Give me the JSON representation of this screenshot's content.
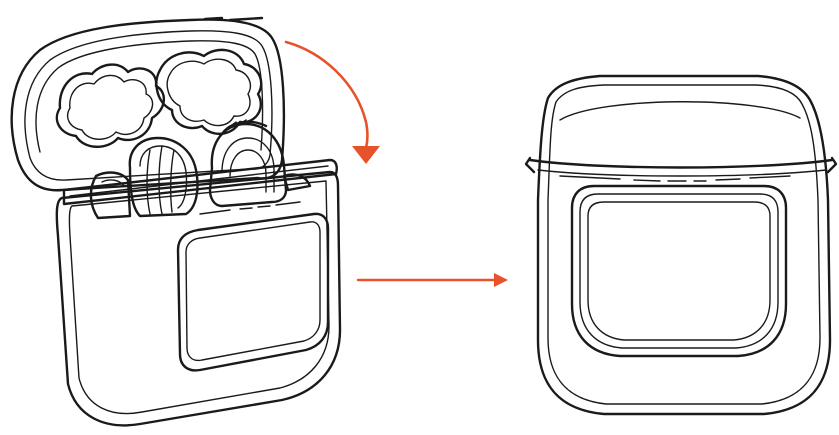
{
  "figure": {
    "colors": {
      "line_art": "#1a1a1a",
      "arrow": "#e8522b",
      "background": "#ffffff"
    },
    "panels": [
      {
        "id": "open-case",
        "state": "lid-open",
        "contents": "two-earbuds"
      },
      {
        "id": "closed-case",
        "state": "lid-closed"
      }
    ],
    "arrows": [
      {
        "id": "close-lid-arrow",
        "shape": "curved",
        "meaning": "close the lid"
      },
      {
        "id": "transition-arrow",
        "shape": "straight",
        "meaning": "becomes"
      }
    ]
  }
}
